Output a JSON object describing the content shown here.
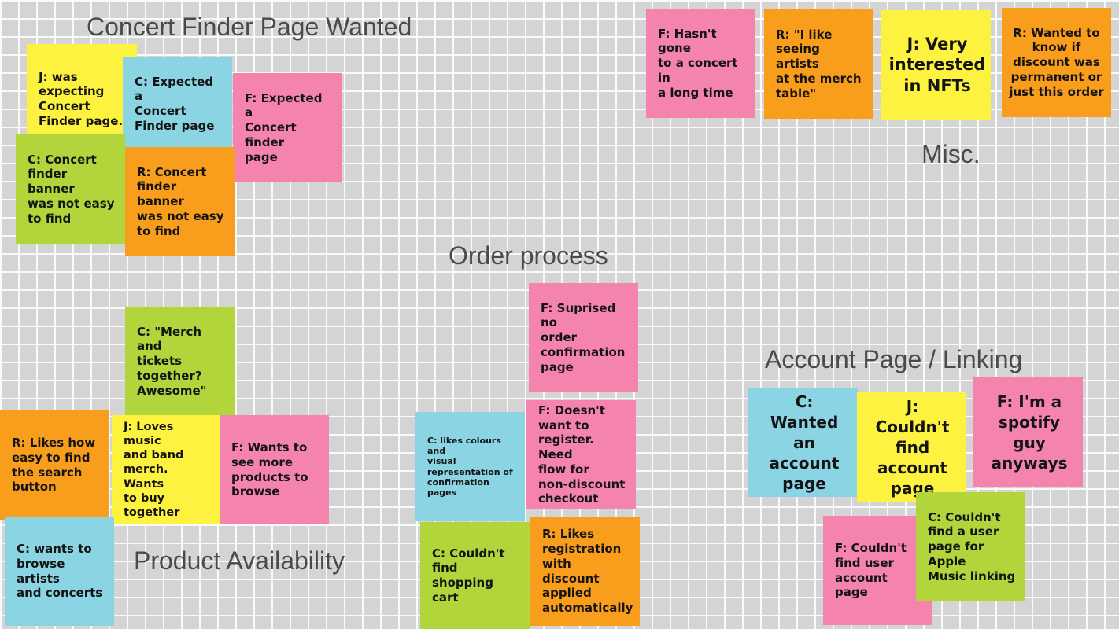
{
  "colors": {
    "background": "#d4d4d4",
    "grid_line": "#ffffff",
    "heading_text": "#4a4a4a",
    "note_text": "#141414",
    "pink": "#f484ad",
    "yellow": "#fdf23f",
    "blue": "#8ad4e4",
    "green": "#b1d53a",
    "orange": "#f99d1c"
  },
  "sections": {
    "concert_finder": "Concert Finder Page Wanted",
    "misc": "Misc.",
    "order_process": "Order process",
    "account_page": "Account Page / Linking",
    "product_availability": "Product Availability"
  },
  "notes": [
    {
      "color": "yellow",
      "text": "J: was\nexpecting\nConcert\nFinder page."
    },
    {
      "color": "blue",
      "text": "C: Expected a\nConcert\nFinder page"
    },
    {
      "color": "pink",
      "text": "F: Expected a\nConcert finder\npage"
    },
    {
      "color": "green",
      "text": "C: Concert\nfinder banner\nwas not easy\nto find"
    },
    {
      "color": "orange",
      "text": "R: Concert\nfinder banner\nwas not easy\nto find"
    },
    {
      "color": "pink",
      "text": "F: Hasn't gone\nto a concert in\na long time"
    },
    {
      "color": "orange",
      "text": "R: \"I like\nseeing artists\nat the merch\ntable\""
    },
    {
      "color": "yellow",
      "text": "J: Very\ninterested\nin NFTs"
    },
    {
      "color": "orange",
      "text": "R: Wanted to\nknow if\ndiscount was\npermanent or\njust this order"
    },
    {
      "color": "pink",
      "text": "F: Suprised no\norder\nconfirmation\npage"
    },
    {
      "color": "blue",
      "text": "C: likes colours and\nvisual\nrepresentation of\nconfirmation pages"
    },
    {
      "color": "pink",
      "text": "F: Doesn't\nwant to\nregister. Need\nflow for\nnon-discount\ncheckout"
    },
    {
      "color": "green",
      "text": "C: Couldn't\nfind shopping\ncart"
    },
    {
      "color": "orange",
      "text": "R: Likes\nregistration\nwith discount\napplied\nautomatically"
    },
    {
      "color": "green",
      "text": "C: \"Merch and\ntickets\ntogether?\nAwesome\""
    },
    {
      "color": "orange",
      "text": "R: Likes how\neasy to find\nthe search\nbutton"
    },
    {
      "color": "yellow",
      "text": "J: Loves music\nand band\nmerch. Wants\nto buy\ntogether"
    },
    {
      "color": "pink",
      "text": "F: Wants to\nsee more\nproducts to\nbrowse"
    },
    {
      "color": "blue",
      "text": "C: wants to\nbrowse artists\nand concerts"
    },
    {
      "color": "blue",
      "text": "C: Wanted\nan\naccount\npage"
    },
    {
      "color": "yellow",
      "text": "J: Couldn't\nfind\naccount\npage"
    },
    {
      "color": "pink",
      "text": "F: I'm a\nspotify\nguy\nanyways"
    },
    {
      "color": "pink",
      "text": "F: Couldn't\nfind user\naccount page"
    },
    {
      "color": "green",
      "text": "C: Couldn't\nfind a user\npage for Apple\nMusic linking"
    }
  ]
}
